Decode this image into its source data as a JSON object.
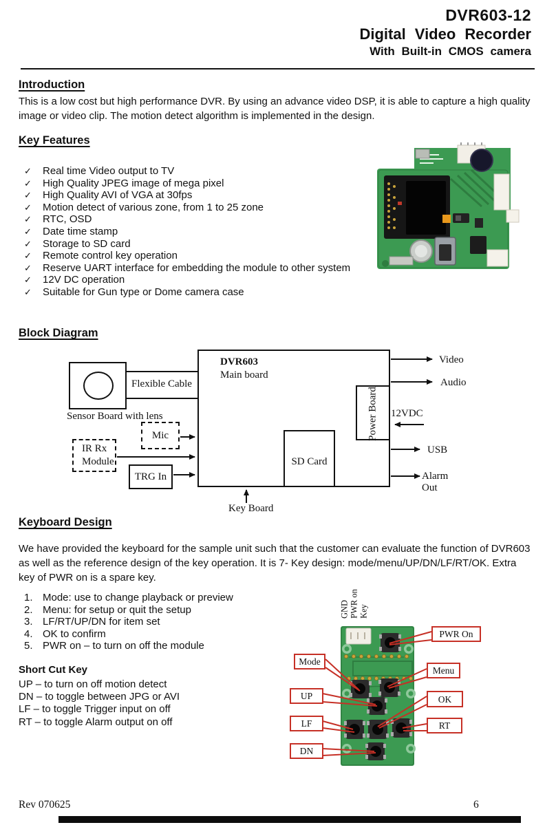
{
  "header": {
    "model": "DVR603-12",
    "title": "Digital Video Recorder",
    "subtitle": "With Built-in CMOS camera"
  },
  "intro": {
    "heading": "Introduction",
    "body": "This is a low cost but high performance DVR. By using an advance video DSP, it is able to capture a high quality image or video clip. The motion detect algorithm is implemented in the design."
  },
  "features": {
    "heading": "Key Features",
    "check": "✓",
    "items": [
      "Real time Video output to TV",
      "High Quality JPEG image of mega pixel",
      "High Quality AVI of VGA at 30fps",
      "Motion detect of various zone, from 1 to 25 zone",
      "RTC, OSD",
      "Date time stamp",
      "Storage to SD card",
      "Remote control key operation",
      "Reserve UART interface for embedding the module to other system",
      "12V DC operation",
      "Suitable for Gun type or Dome camera case"
    ]
  },
  "diagram": {
    "heading": "Block Diagram",
    "sensor_label": "Sensor Board with lens",
    "flexible_cable": "Flexible Cable",
    "main_title": "DVR603",
    "main_subtitle": "Main board",
    "mic": "Mic",
    "ir_line1": "IR Rx",
    "ir_line2": "Module",
    "trg": "TRG In",
    "power_board": "Power Board",
    "sd_card": "SD Card",
    "key_board": "Key Board",
    "video": "Video",
    "audio": "Audio",
    "dc": "12VDC",
    "usb": "USB",
    "alarm1": "Alarm",
    "alarm2": "Out"
  },
  "kbd": {
    "heading": "Keyboard Design",
    "body": "We have provided the keyboard for the sample unit such that the customer can evaluate the function of DVR603 as well as the reference design of the key operation. It is 7- Key design: mode/menu/UP/DN/LF/RT/OK. Extra key of PWR on is a spare key.",
    "items": [
      {
        "num": "1.",
        "text": "Mode: use to change playback or preview"
      },
      {
        "num": "2.",
        "text": "Menu: for setup or quit the setup"
      },
      {
        "num": "3.",
        "text": "LF/RT/UP/DN for item set"
      },
      {
        "num": "4.",
        "text": "OK to confirm"
      },
      {
        "num": "5.",
        "text": "PWR on – to turn on off the module"
      }
    ],
    "shortcut_heading": "Short Cut Key",
    "shortcuts": [
      "UP – to turn on off motion detect",
      "DN – to toggle between JPG or AVI",
      "LF – to toggle Trigger input on off",
      "RT – to toggle Alarm output on off"
    ]
  },
  "kbdphoto": {
    "pins": [
      "GND",
      "PWR on",
      "Key"
    ],
    "callouts": {
      "pwr_on": "PWR On",
      "mode": "Mode",
      "menu": "Menu",
      "up": "UP",
      "ok": "OK",
      "lf": "LF",
      "rt": "RT",
      "dn": "DN"
    }
  },
  "footer": {
    "rev": "Rev 070625",
    "page": "6"
  },
  "colors": {
    "pcb_green": "#3c9a52",
    "pcb_trace": "#2e7d40",
    "callout_red": "#c63026",
    "gold_pad": "#c9a33b",
    "ink": "#111111"
  }
}
